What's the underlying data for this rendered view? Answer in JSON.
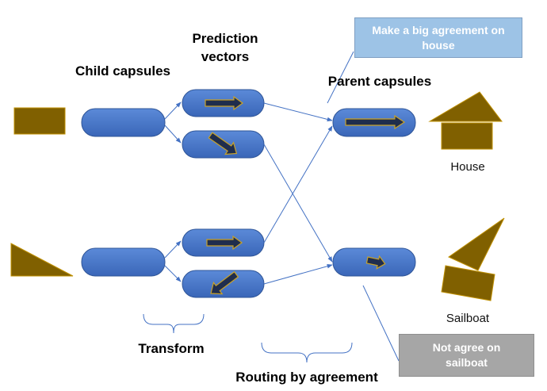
{
  "labels": {
    "child_capsules": "Child capsules",
    "prediction_vectors": "Prediction\nvectors",
    "parent_capsules": "Parent capsules",
    "transform": "Transform",
    "routing": "Routing by agreement",
    "house": "House",
    "sailboat": "Sailboat"
  },
  "callouts": {
    "house": "Make a big agreement on house",
    "sailboat": "Not agree on sailboat"
  },
  "colors": {
    "capsule_fill": "#4472c4",
    "capsule_fill_light": "#5b8ad8",
    "shape_fill": "#806000",
    "shape_stroke": "#bf9000",
    "arrow_fill": "#1f2d4d",
    "arrow_stroke": "#c9a227",
    "connector": "#4472c4",
    "callout_blue": "#9dc3e6",
    "callout_gray": "#a6a6a6"
  }
}
